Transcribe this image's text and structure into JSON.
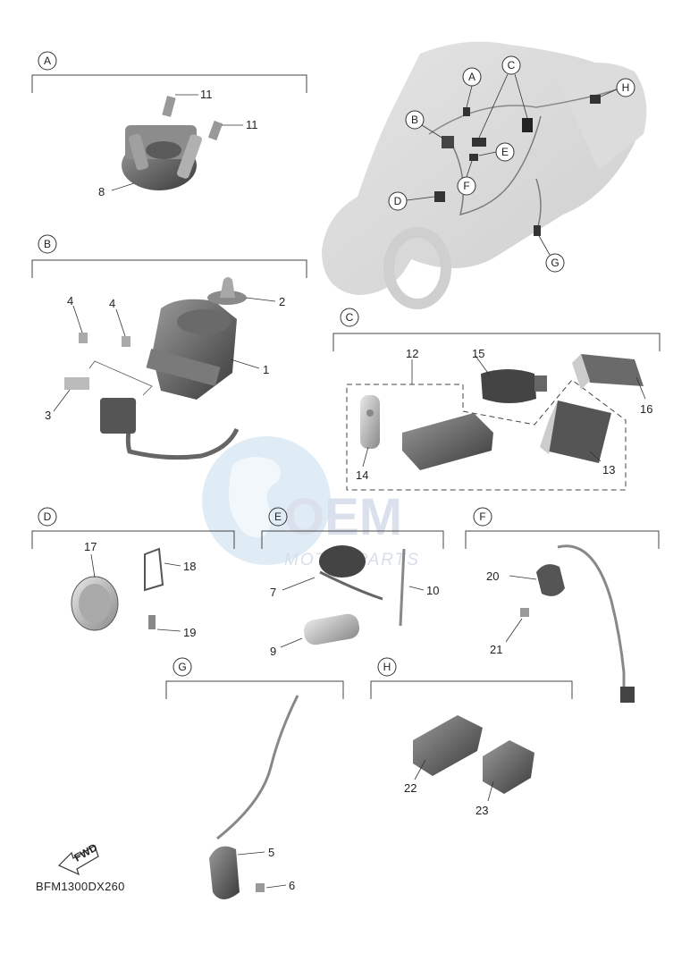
{
  "diagram_code": "BFM1300DX260",
  "fwd_arrow_label": "FWD",
  "watermark": {
    "main": "OEM",
    "sub": "MOTORPARTS"
  },
  "sections": {
    "A": "A",
    "B": "B",
    "C": "C",
    "D": "D",
    "E": "E",
    "F": "F",
    "G": "G",
    "H": "H"
  },
  "overview_callouts": [
    "A",
    "B",
    "C",
    "D",
    "E",
    "F",
    "G",
    "H"
  ],
  "part_numbers": {
    "p1": "1",
    "p2": "2",
    "p3": "3",
    "p4a": "4",
    "p4b": "4",
    "p5": "5",
    "p6": "6",
    "p7": "7",
    "p8": "8",
    "p9": "9",
    "p10": "10",
    "p11a": "11",
    "p11b": "11",
    "p12": "12",
    "p13": "13",
    "p14": "14",
    "p15": "15",
    "p16": "16",
    "p17": "17",
    "p18": "18",
    "p19": "19",
    "p20": "20",
    "p21": "21",
    "p22": "22",
    "p23": "23"
  }
}
